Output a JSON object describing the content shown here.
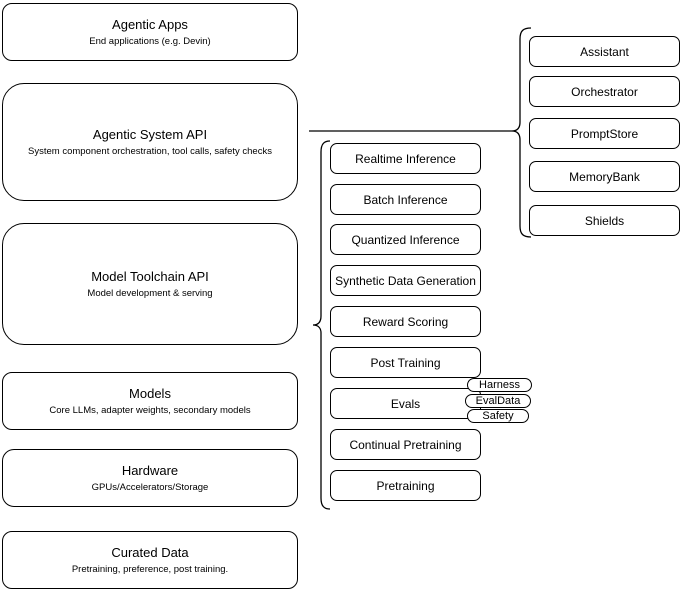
{
  "colors": {
    "background": "#ffffff",
    "box_fill": "#ffffff",
    "stroke": "#000000",
    "text": "#000000"
  },
  "stack": [
    {
      "title": "Agentic Apps",
      "subtitle": "End applications (e.g. Devin)"
    },
    {
      "title": "Agentic System API",
      "subtitle": "System component orchestration, tool calls, safety checks"
    },
    {
      "title": "Model Toolchain API",
      "subtitle": "Model development & serving"
    },
    {
      "title": "Models",
      "subtitle": "Core LLMs, adapter weights, secondary models"
    },
    {
      "title": "Hardware",
      "subtitle": "GPUs/Accelerators/Storage"
    },
    {
      "title": "Curated Data",
      "subtitle": "Pretraining, preference, post training."
    }
  ],
  "toolchain_components": [
    "Realtime Inference",
    "Batch Inference",
    "Quantized Inference",
    "Synthetic Data Generation",
    "Reward Scoring",
    "Post Training",
    "Evals",
    "Continual Pretraining",
    "Pretraining"
  ],
  "evals_pills": [
    "Harness",
    "EvalData",
    "Safety"
  ],
  "system_components": [
    "Assistant",
    "Orchestrator",
    "PromptStore",
    "MemoryBank",
    "Shields"
  ]
}
